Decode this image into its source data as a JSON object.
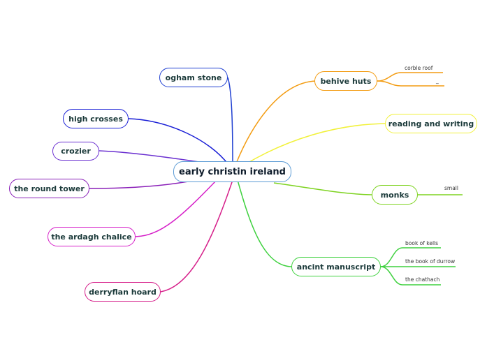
{
  "central": {
    "label": "early christin ireland",
    "color": "#5b9bd5"
  },
  "branches": [
    {
      "label": "ogham stone",
      "color": "#1f3fd1"
    },
    {
      "label": "high crosses",
      "color": "#1a1fd6"
    },
    {
      "label": "crozier",
      "color": "#6a2fd0"
    },
    {
      "label": "the round tower",
      "color": "#8a1fb8"
    },
    {
      "label": "the ardagh chalice",
      "color": "#d61fc8"
    },
    {
      "label": "derryflan hoard",
      "color": "#d61f8a"
    },
    {
      "label": "behive huts",
      "color": "#f39c12",
      "children": [
        {
          "label": "corble roof"
        },
        {
          "label": "_"
        }
      ]
    },
    {
      "label": "reading and writing",
      "color": "#f1f13a"
    },
    {
      "label": "monks",
      "color": "#7ed321",
      "children": [
        {
          "label": "small"
        }
      ]
    },
    {
      "label": "ancint manuscript",
      "color": "#3fd13f",
      "children": [
        {
          "label": "book of kells"
        },
        {
          "label": "the book of durrow"
        },
        {
          "label": "the chathach"
        }
      ]
    }
  ]
}
